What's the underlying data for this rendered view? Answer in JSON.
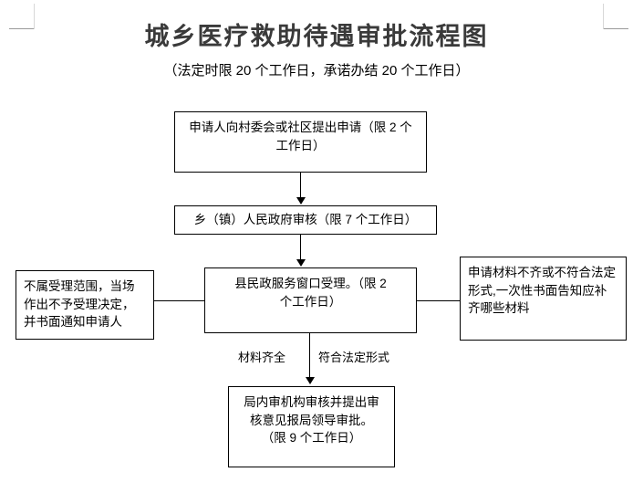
{
  "document": {
    "title": "城乡医疗救助待遇审批流程图",
    "subtitle": "（法定时限 20 个工作日，承诺办结 20 个工作日）"
  },
  "flow": {
    "nodes": [
      {
        "id": "apply",
        "text": "申请人向村委会或社区提出申请（限 2 个\n工作日）"
      },
      {
        "id": "township-review",
        "text": "乡（镇）人民政府审核（限 7 个工作日）"
      },
      {
        "id": "county-window",
        "text": "县民政服务窗口受理。（限 2\n个工作日）"
      },
      {
        "id": "not-accepted",
        "text": "不属受理范围，当场作出不予受理决定，并书面通知申请人"
      },
      {
        "id": "incomplete-materials",
        "text": "申请材料不齐或不符合法定形式,一次性书面告知应补齐哪些材料"
      },
      {
        "id": "internal-review",
        "text": "局内审机构审核并提出审\n核意见报局领导审批。\n（限 9 个工作日）"
      }
    ],
    "edge_labels": [
      {
        "id": "materials-complete",
        "text": "材料齐全"
      },
      {
        "id": "legal-form",
        "text": "符合法定形式"
      }
    ]
  },
  "colors": {
    "ink": "#000000",
    "title_ink": "#3a3a3a",
    "crop_mark": "#9a9a9a",
    "page": "#ffffff"
  }
}
